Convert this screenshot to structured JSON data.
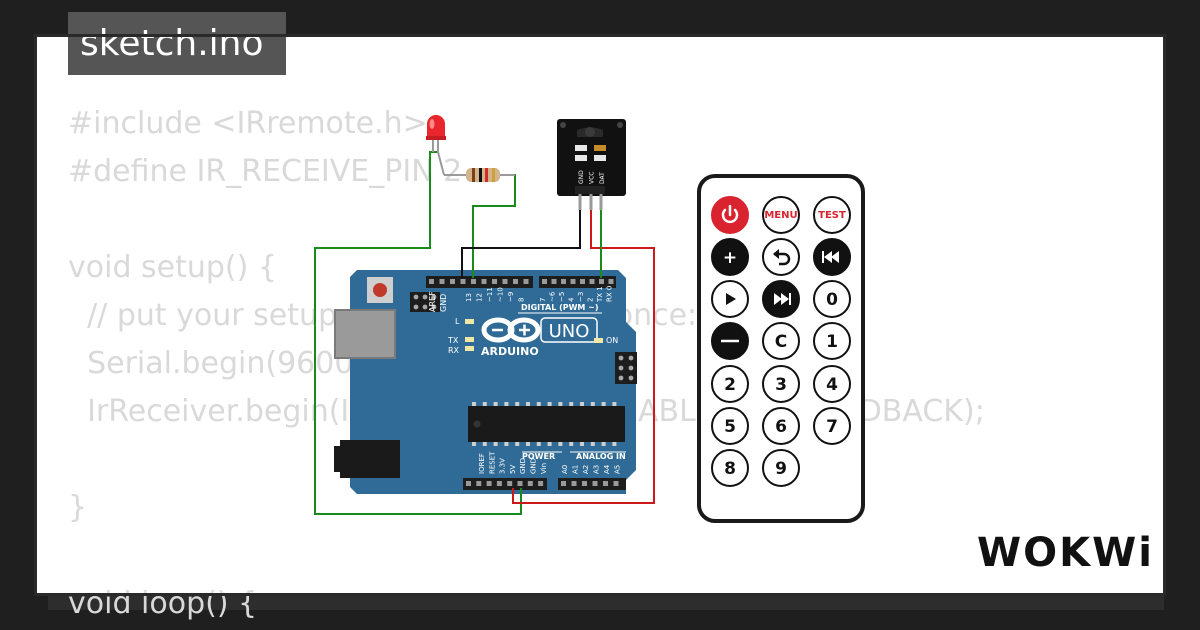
{
  "file_tab": {
    "label": "sketch.ino"
  },
  "code_lines": [
    "#include <IRremote.h>",
    "#define IR_RECEIVE_PIN 2",
    "",
    "void setup() {",
    "  // put your setup code here, to run once:",
    "  Serial.begin(9600);",
    "  IrReceiver.begin(IR_RECEIVE_PIN, ENABLE_LED_FEEDBACK);",
    "",
    "}",
    "",
    "void loop() {"
  ],
  "arduino": {
    "brand": "ARDUINO",
    "model": "UNO",
    "header_digital": "DIGITAL (PWM ~)",
    "header_power": "POWER",
    "header_analog": "ANALOG IN",
    "label_aref": "AREF",
    "label_gnd": "GND",
    "digital_pins": [
      "13",
      "12",
      "~11",
      "~10",
      "~9",
      "8",
      "7",
      "~6",
      "~5",
      "4",
      "~3",
      "2",
      "TX 1",
      "RX 0"
    ],
    "power_pins": [
      "IOREF",
      "RESET",
      "3.3V",
      "5V",
      "GND",
      "GND",
      "Vin"
    ],
    "analog_pins": [
      "A0",
      "A1",
      "A2",
      "A3",
      "A4",
      "A5"
    ],
    "led_l": "L",
    "led_tx": "TX",
    "led_rx": "RX",
    "led_on": "ON"
  },
  "ir_sensor": {
    "pin_labels": [
      "GND",
      "VCC",
      "DAT"
    ]
  },
  "remote": {
    "buttons": [
      {
        "name": "power",
        "label": ""
      },
      {
        "name": "menu",
        "label": "MENU"
      },
      {
        "name": "test",
        "label": "TEST"
      },
      {
        "name": "plus",
        "label": "+"
      },
      {
        "name": "back",
        "label": ""
      },
      {
        "name": "prev",
        "label": ""
      },
      {
        "name": "play",
        "label": ""
      },
      {
        "name": "next",
        "label": ""
      },
      {
        "name": "0",
        "label": "0"
      },
      {
        "name": "minus",
        "label": ""
      },
      {
        "name": "c",
        "label": "C"
      },
      {
        "name": "1",
        "label": "1"
      },
      {
        "name": "2",
        "label": "2"
      },
      {
        "name": "3",
        "label": "3"
      },
      {
        "name": "4",
        "label": "4"
      },
      {
        "name": "5",
        "label": "5"
      },
      {
        "name": "6",
        "label": "6"
      },
      {
        "name": "7",
        "label": "7"
      },
      {
        "name": "8",
        "label": "8"
      },
      {
        "name": "9",
        "label": "9"
      }
    ]
  },
  "logo": {
    "text": "WOKWi"
  },
  "colors": {
    "background": "#1f1f1f",
    "board": "#2f6b96",
    "wire_green": "#1a8a1a",
    "wire_red": "#cc1a1a",
    "wire_black": "#111111",
    "remote_red": "#d9232e"
  }
}
